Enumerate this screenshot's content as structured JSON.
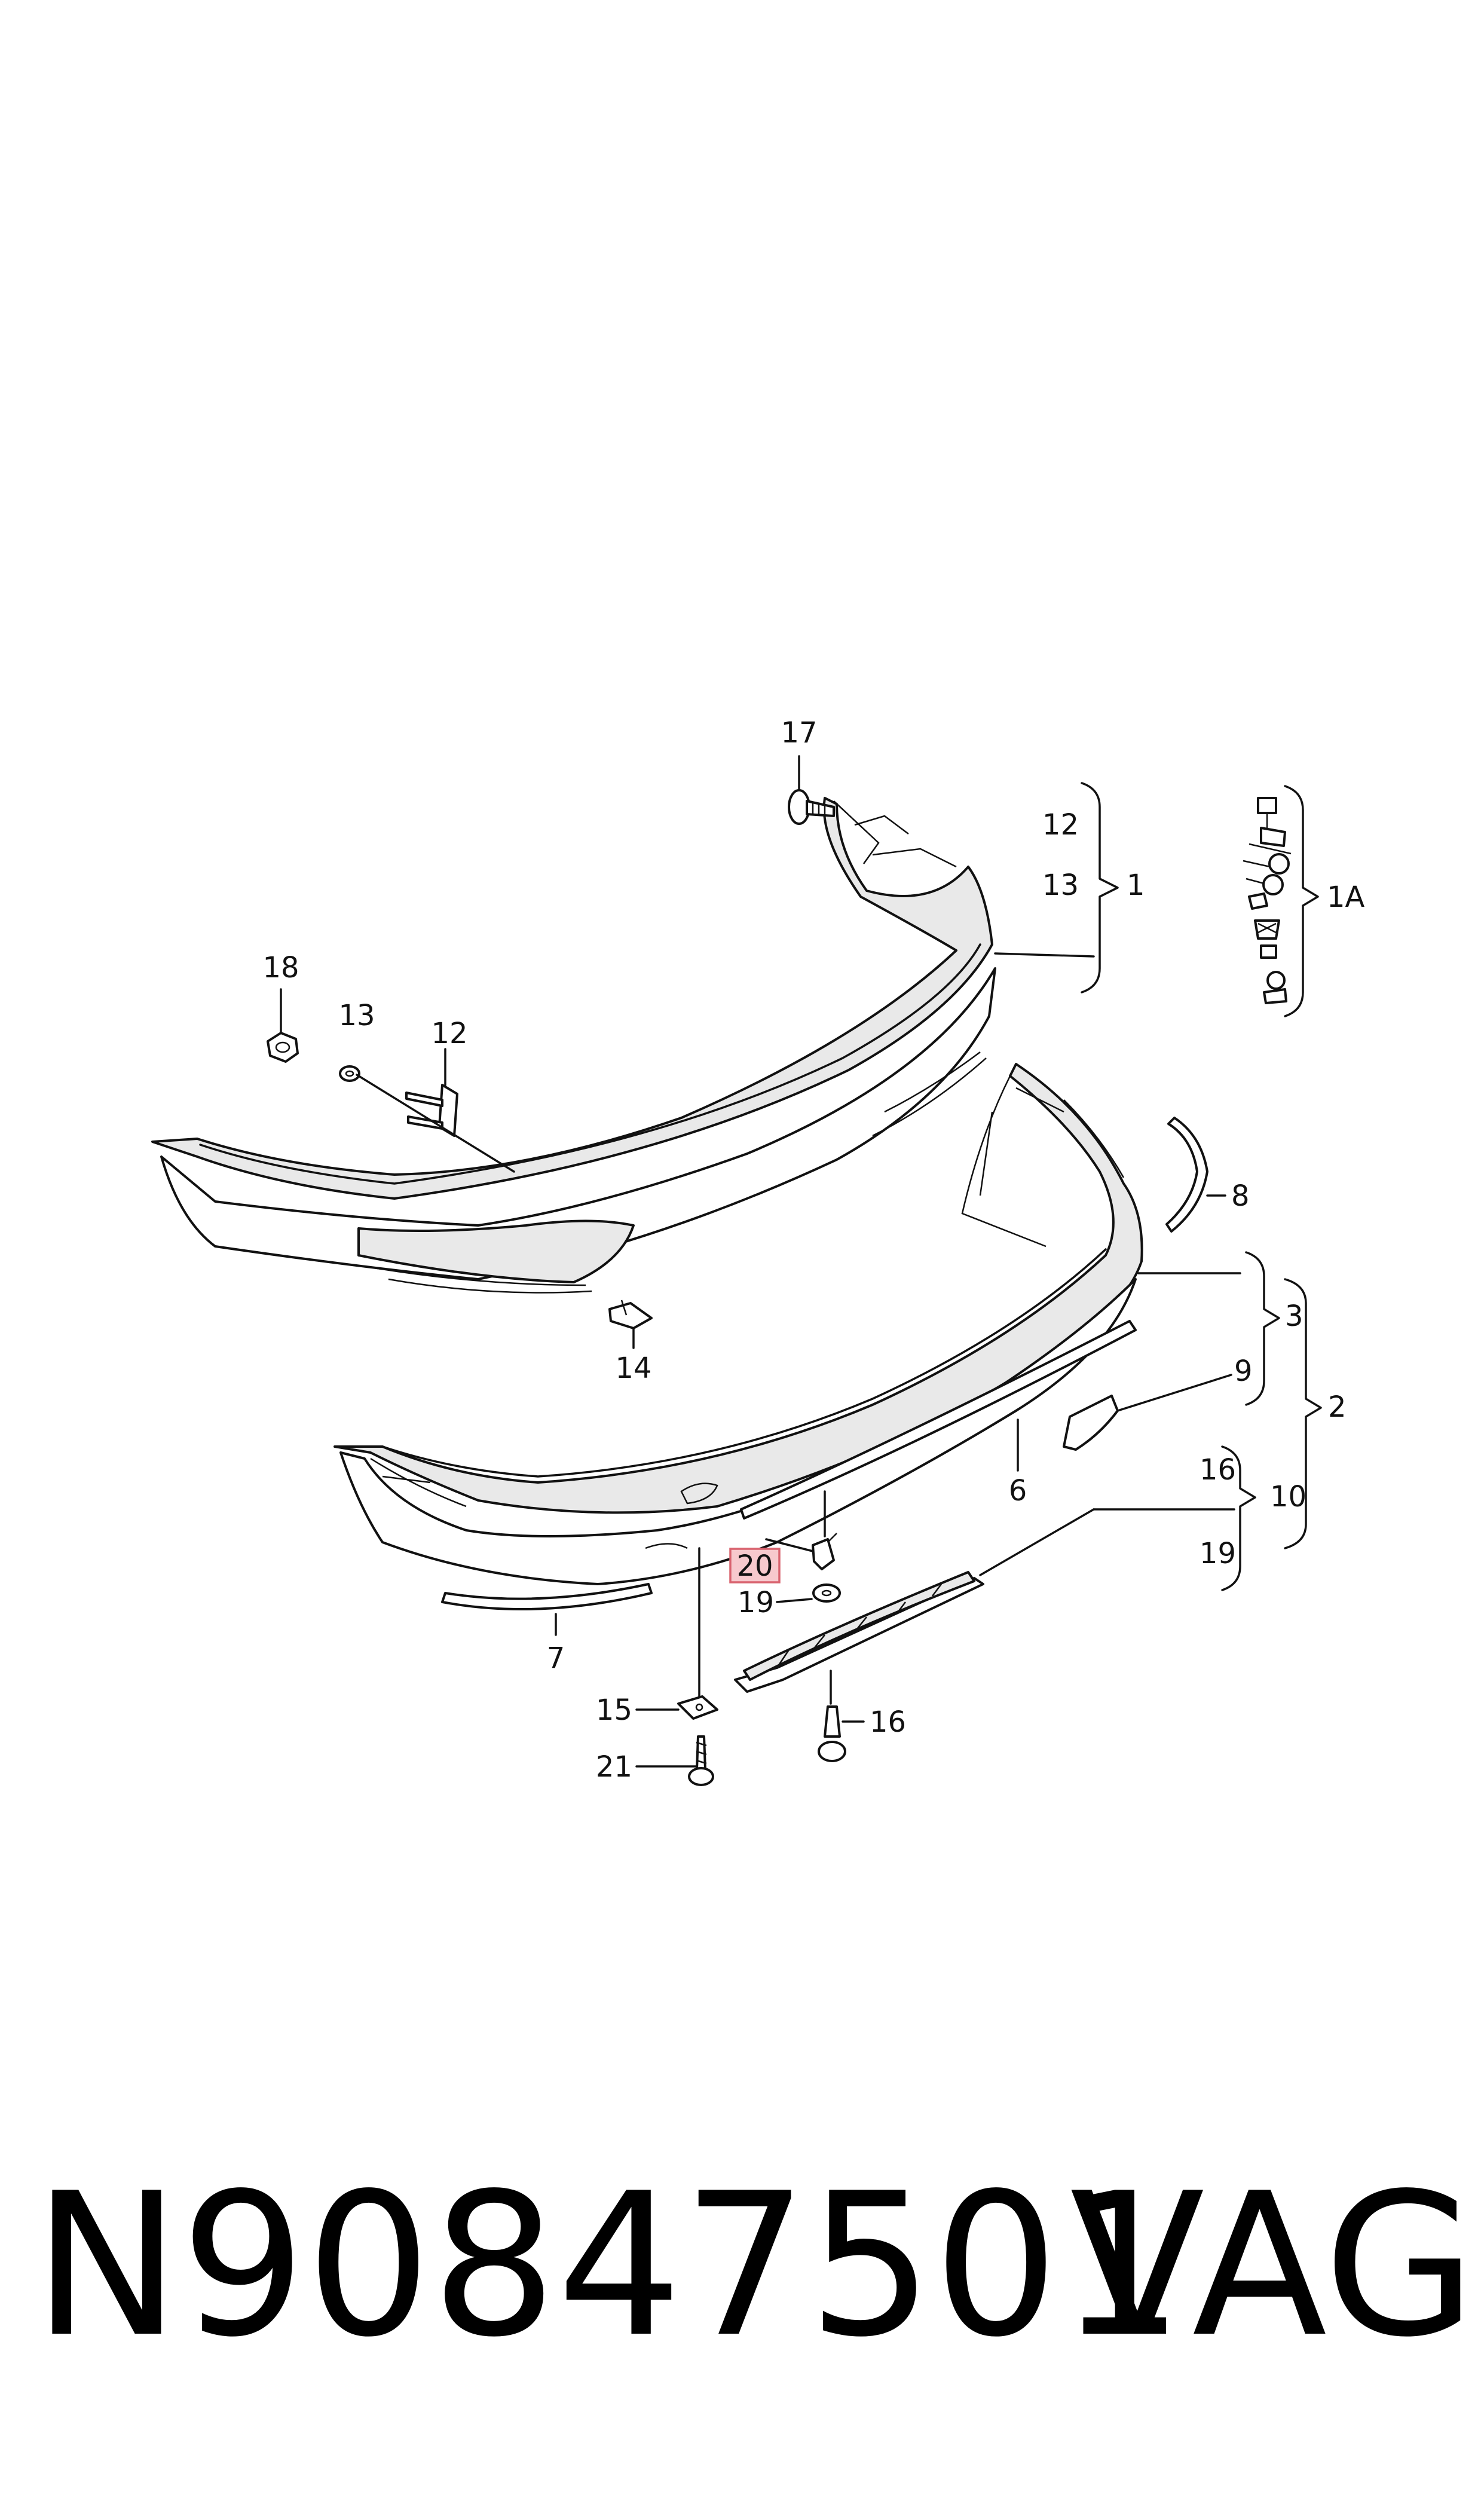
{
  "callouts": {
    "c17": "17",
    "c12a": "12",
    "c13a": "13",
    "c1": "1",
    "c1A": "1A",
    "c18": "18",
    "c13b": "13",
    "c12b": "12",
    "c14": "14",
    "c8": "8",
    "c3": "3",
    "c2": "2",
    "c9": "9",
    "c6": "6",
    "c16a": "16",
    "c10": "10",
    "c19a": "19",
    "c20": "20",
    "c19b": "19",
    "c7": "7",
    "c15": "15",
    "c16b": "16",
    "c21": "21"
  },
  "highlighted_callout": "20",
  "footer": {
    "part_number": "N90847501",
    "brand": "VAG"
  },
  "colors": {
    "line": "#111111",
    "highlight_fill": "#f7c9cd",
    "highlight_border": "#d9636f"
  }
}
